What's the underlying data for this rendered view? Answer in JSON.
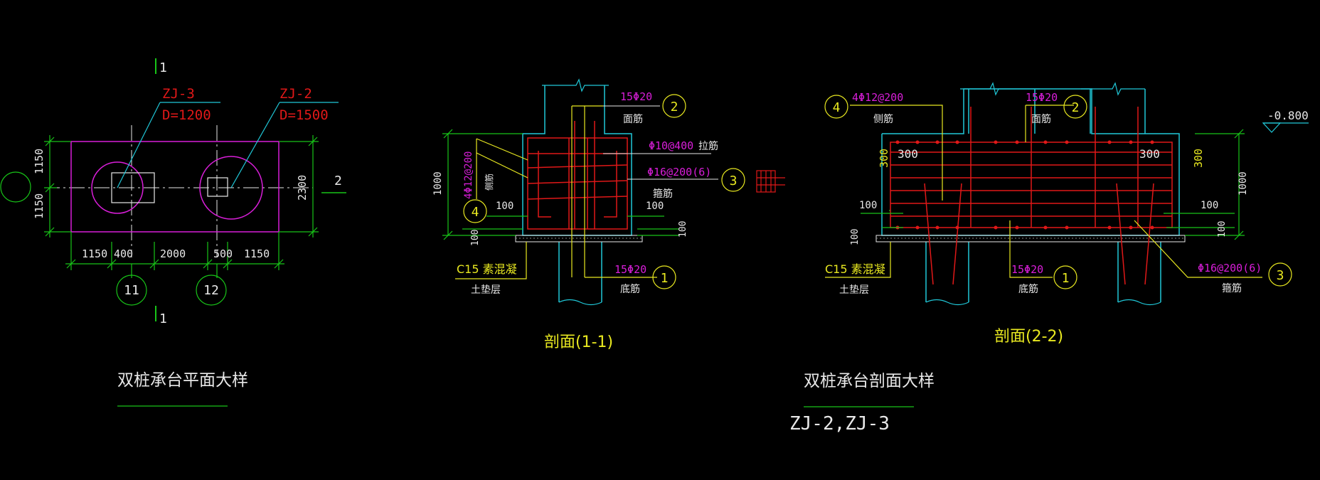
{
  "colors": {
    "bg": "#000000",
    "green": "#18c418",
    "magenta": "#d81ed8",
    "cyan": "#20c8d8",
    "red": "#e01818",
    "yellow": "#e8e820",
    "white": "#e8e8e8"
  },
  "plan": {
    "section_mark_top": "1",
    "section_mark_bottom": "1",
    "section_mark_right": "2",
    "pile_left_name": "ZJ-3",
    "pile_left_dia": "D=1200",
    "pile_right_name": "ZJ-2",
    "pile_right_dia": "D=1500",
    "dim_left_top": "1150",
    "dim_left_bottom": "1150",
    "dim_right": "2300",
    "dims_bottom": [
      "1150",
      "400",
      "2000",
      "500",
      "1150"
    ],
    "axis_11": "11",
    "axis_12": "12",
    "title": "双桩承台平面大样"
  },
  "sec11": {
    "top_bar": "15Φ20",
    "top_bar_name": "面筋",
    "tie_bar": "Φ10@400",
    "tie_bar_name": "拉筋",
    "stirrup": "Φ16@200(6)",
    "stirrup_name": "箍筋",
    "side_bar": "4Φ12@200",
    "side_bar_name": "侧筋",
    "height": "1000",
    "dim_100_left": "100",
    "dim_100_right": "100",
    "dim_100_v_left": "100",
    "dim_100_v_right": "100",
    "bed": "C15 素混凝",
    "bed2": "土垫层",
    "bottom_bar": "15Φ20",
    "bottom_bar_name": "底筋",
    "n1": "1",
    "n2": "2",
    "n3": "3",
    "n4": "4",
    "title": "剖面(1-1)"
  },
  "sec22": {
    "side_bar": "4Φ12@200",
    "side_bar_name": "侧筋",
    "top_bar": "15Φ20",
    "top_bar_name": "面筋",
    "elev": "-0.800",
    "dim_300_left": "300",
    "dim_300_left_v": "300",
    "dim_300_right": "300",
    "dim_300_right_v": "300",
    "height": "1000",
    "dim_100_left": "100",
    "dim_100_right": "100",
    "dim_100_v_left": "100",
    "dim_100_v_right": "100",
    "bed": "C15 素混凝",
    "bed2": "土垫层",
    "bottom_bar": "15Φ20",
    "bottom_bar_name": "底筋",
    "stirrup": "Φ16@200(6)",
    "stirrup_name": "箍筋",
    "n1": "1",
    "n2": "2",
    "n3": "3",
    "n4": "4",
    "title": "剖面(2-2)"
  },
  "footer": {
    "section_title": "双桩承台剖面大样",
    "codes": "ZJ-2,ZJ-3"
  }
}
